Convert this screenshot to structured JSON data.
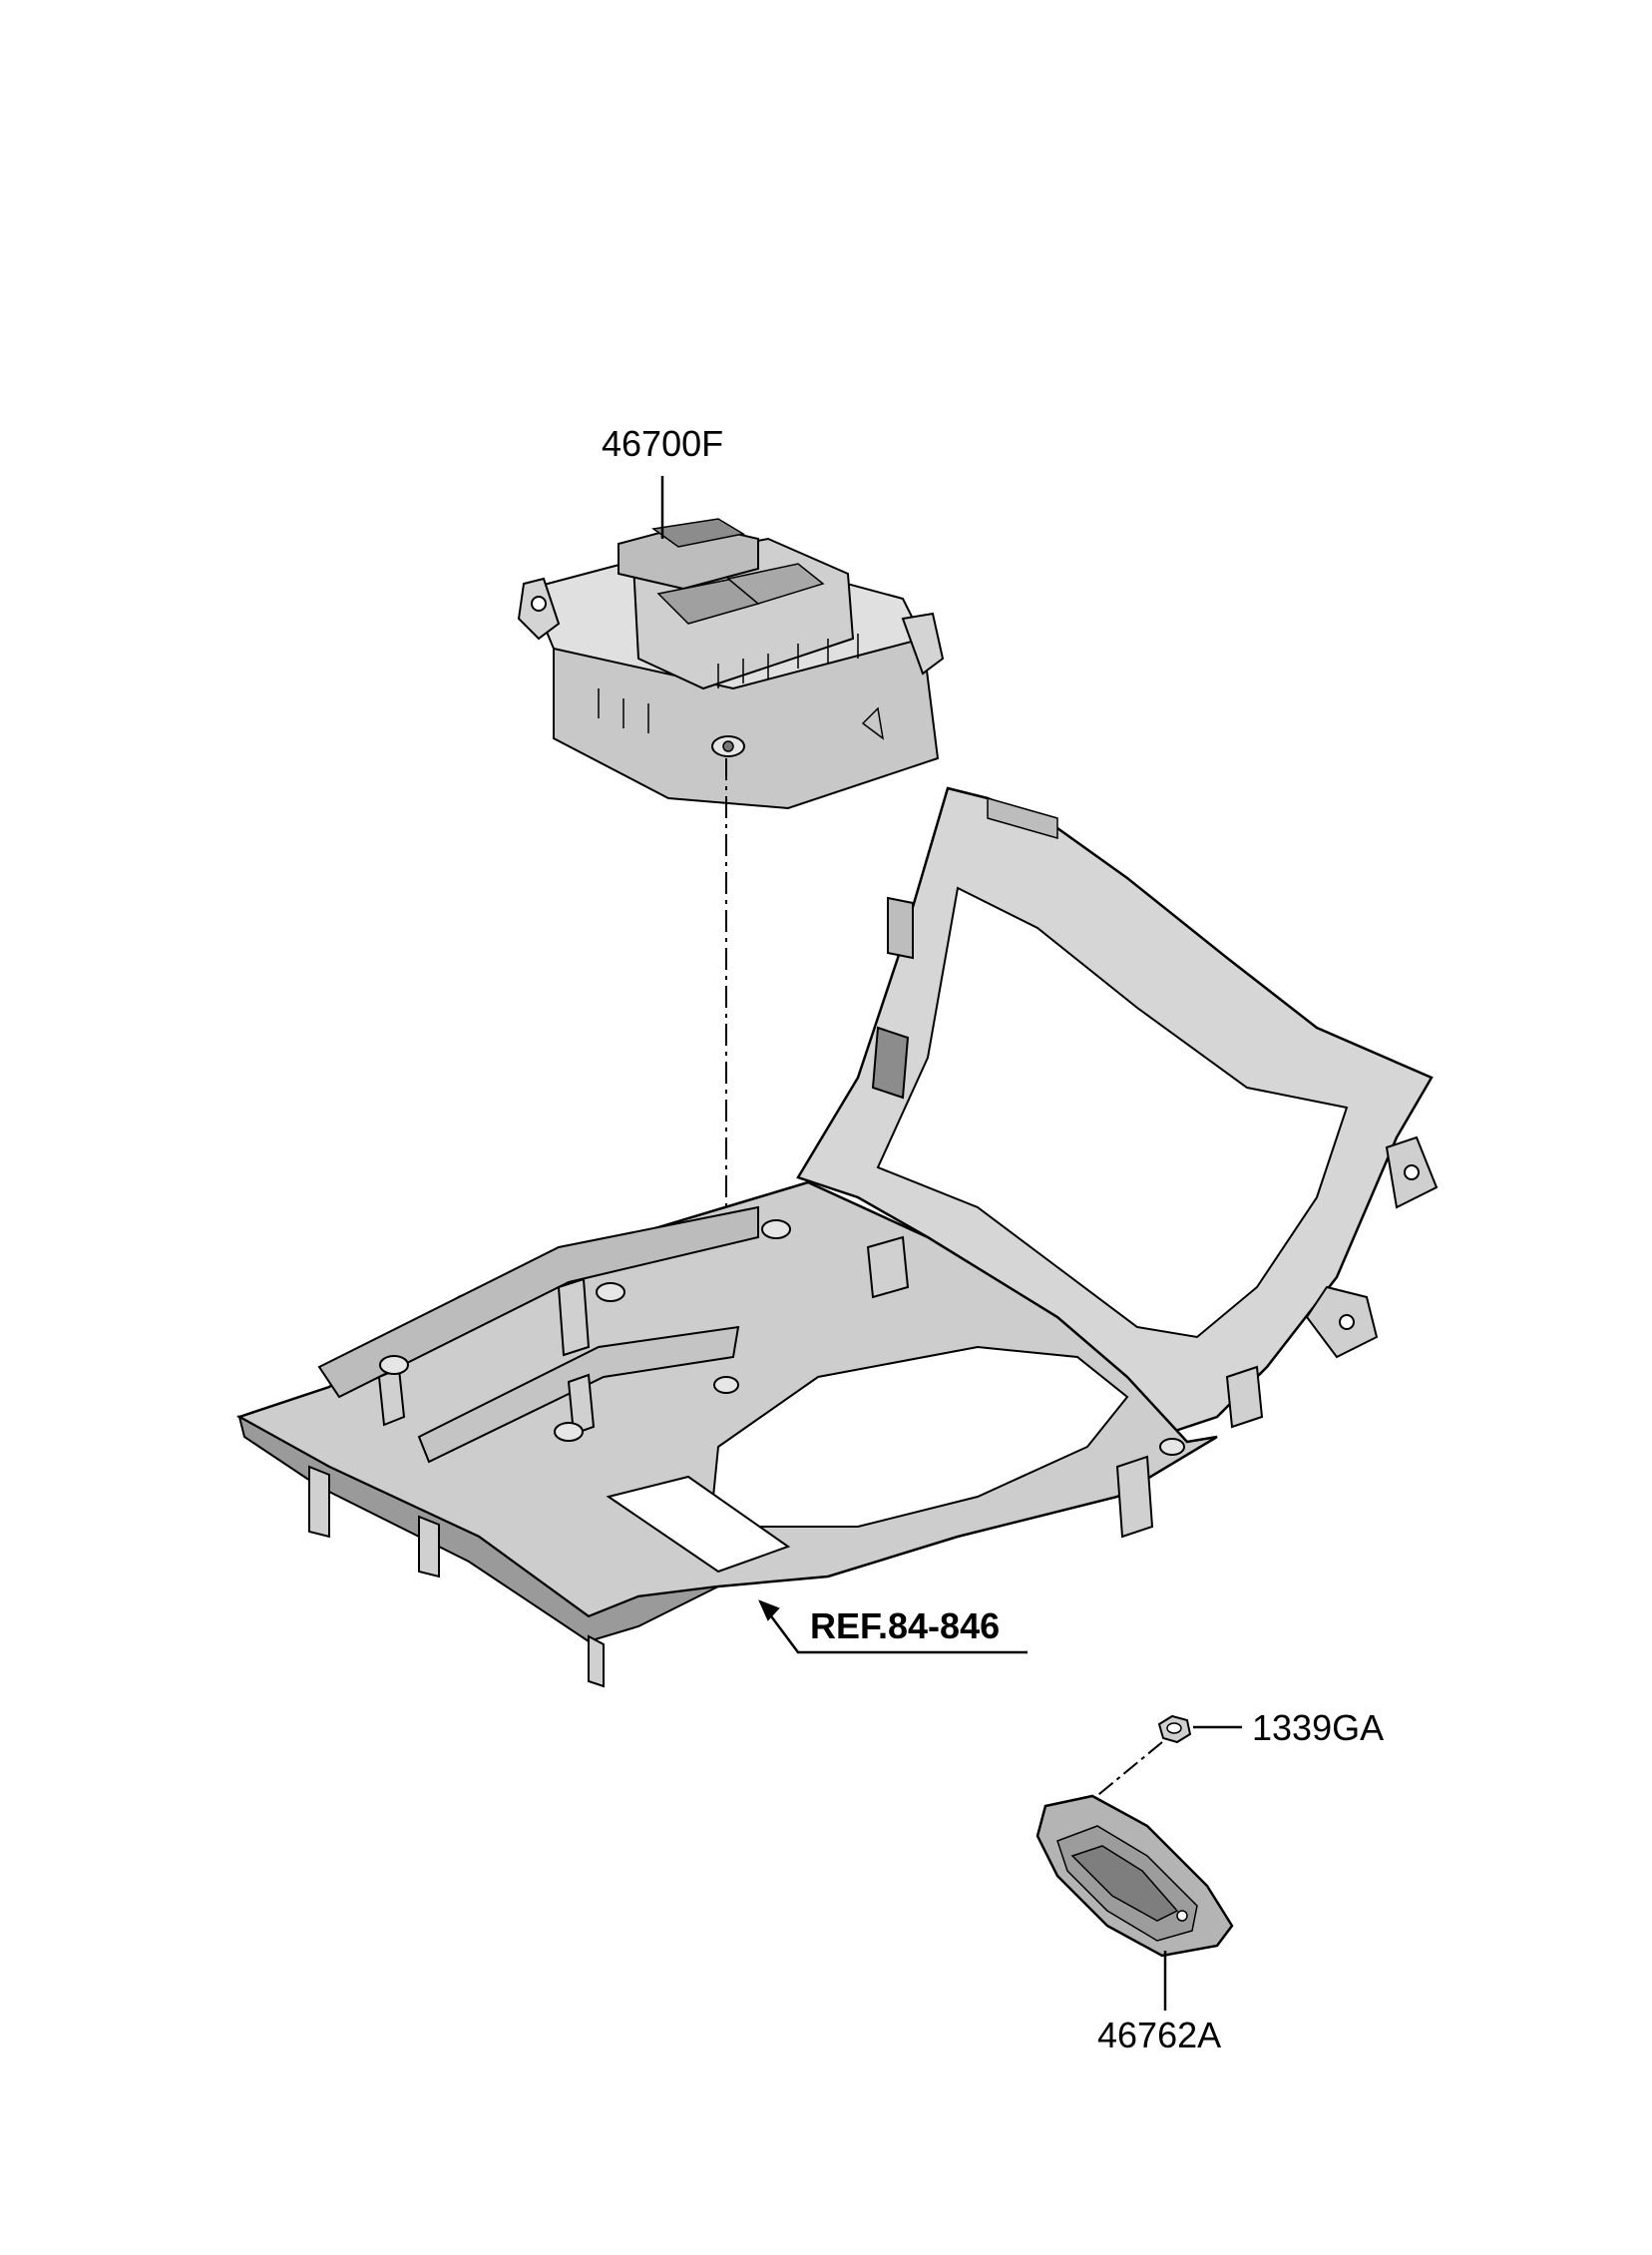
{
  "labels": {
    "shifter": "46700F",
    "reference": "REF.84-846",
    "nut": "1339GA",
    "cover": "46762A"
  },
  "colors": {
    "line": "#000000",
    "part_fill": "#dcdcdc",
    "part_shade": "#b4b4b4",
    "part_dark": "#8c8c8c",
    "background": "#ffffff"
  }
}
